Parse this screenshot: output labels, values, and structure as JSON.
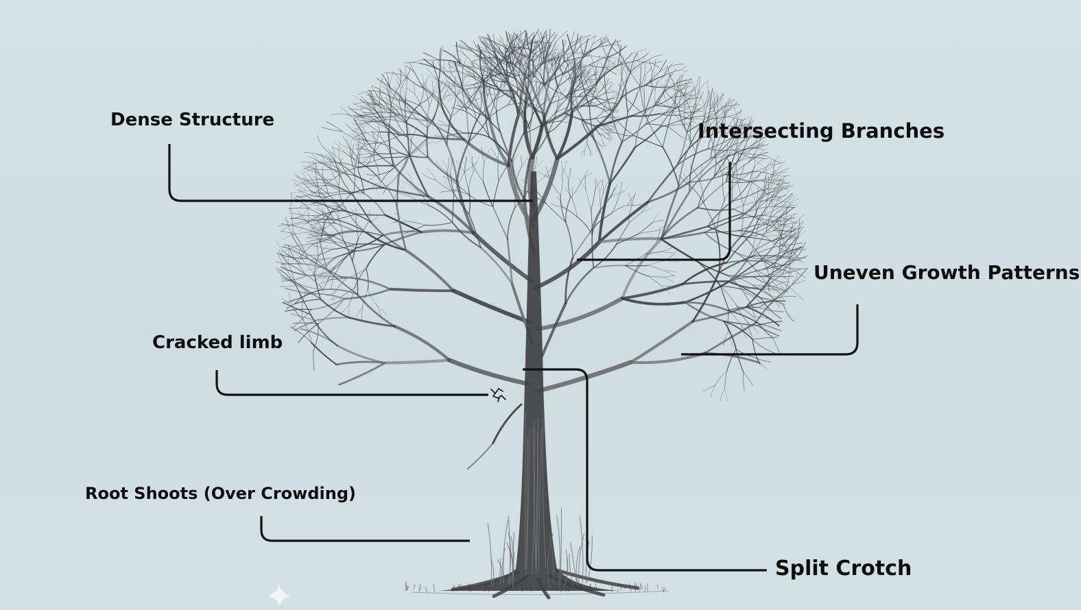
{
  "diagram": {
    "labels": {
      "dense_structure": "Dense Structure",
      "intersecting_branches": "Intersecting Branches",
      "uneven_growth_patterns": "Uneven Growth Patterns",
      "cracked_limb": "Cracked limb",
      "root_shoots": "Root Shoots (Over Crowding)",
      "split_crotch": "Split Crotch"
    },
    "colors": {
      "background": "#d2e0e4",
      "leader_line": "#111111",
      "tree_dark": "#3f4042",
      "tree_light": "#6d7072",
      "label_text": "#0e0e0e"
    },
    "illustration": "tree-sketch"
  }
}
